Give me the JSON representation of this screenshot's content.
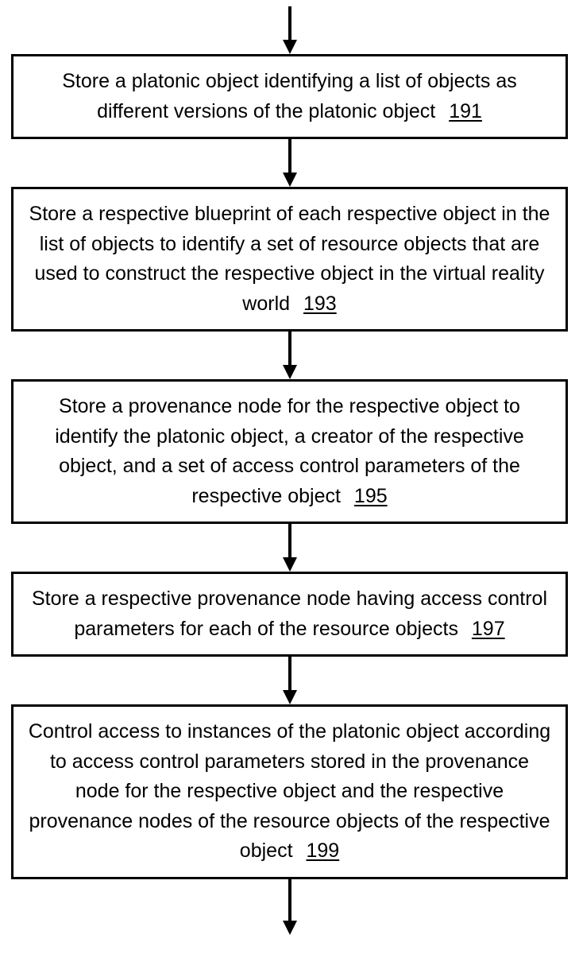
{
  "diagram": {
    "type": "flowchart",
    "orientation": "top-to-bottom",
    "colors": {
      "ink": "#000000",
      "background": "#ffffff"
    },
    "steps": [
      {
        "text": "Store a platonic object identifying a list of objects as different versions of the platonic object",
        "ref": "191"
      },
      {
        "text": "Store a respective blueprint of each respective object in the list of objects to identify a set of resource objects that are used to construct the respective object in the virtual reality world",
        "ref": "193"
      },
      {
        "text": "Store a provenance node for the respective object to identify the platonic object, a creator of the respective object, and a set of access control parameters of the respective object",
        "ref": "195"
      },
      {
        "text": "Store a respective provenance node having access control parameters for each of the resource objects",
        "ref": "197"
      },
      {
        "text": "Control access to instances of the platonic object according to access control parameters stored in the provenance node for the respective object and the respective provenance nodes of the resource objects of the respective object",
        "ref": "199"
      }
    ]
  }
}
